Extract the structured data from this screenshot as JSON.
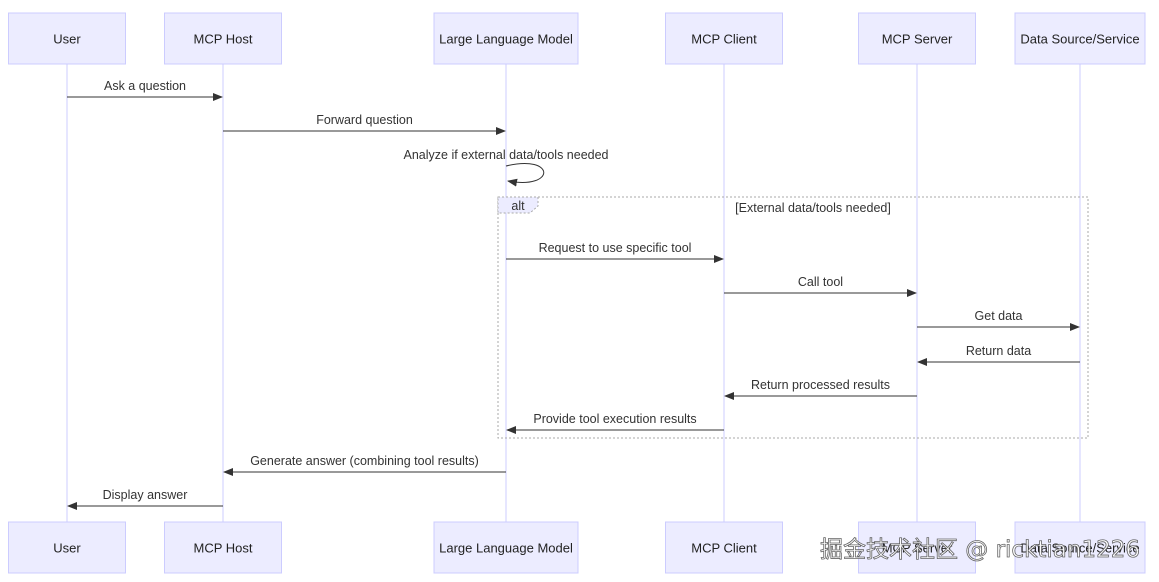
{
  "actors": [
    {
      "id": "user",
      "label": "User"
    },
    {
      "id": "host",
      "label": "MCP Host"
    },
    {
      "id": "llm",
      "label": "Large Language Model"
    },
    {
      "id": "client",
      "label": "MCP Client"
    },
    {
      "id": "server",
      "label": "MCP Server"
    },
    {
      "id": "source",
      "label": "Data Source/Service"
    }
  ],
  "messages": [
    {
      "from": "user",
      "to": "host",
      "label": "Ask a question"
    },
    {
      "from": "host",
      "to": "llm",
      "label": "Forward question"
    },
    {
      "from": "llm",
      "to": "llm",
      "label": "Analyze if external data/tools needed"
    },
    {
      "from": "llm",
      "to": "client",
      "label": "Request to use specific tool"
    },
    {
      "from": "client",
      "to": "server",
      "label": "Call tool"
    },
    {
      "from": "server",
      "to": "source",
      "label": "Get data"
    },
    {
      "from": "source",
      "to": "server",
      "label": "Return data"
    },
    {
      "from": "server",
      "to": "client",
      "label": "Return processed results"
    },
    {
      "from": "client",
      "to": "llm",
      "label": "Provide tool execution results"
    },
    {
      "from": "llm",
      "to": "host",
      "label": "Generate answer (combining tool results)"
    },
    {
      "from": "host",
      "to": "user",
      "label": "Display answer"
    }
  ],
  "alt_block": {
    "keyword": "alt",
    "condition": "[External data/tools needed]"
  },
  "watermark": "掘金技术社区 @ ricktian1226"
}
